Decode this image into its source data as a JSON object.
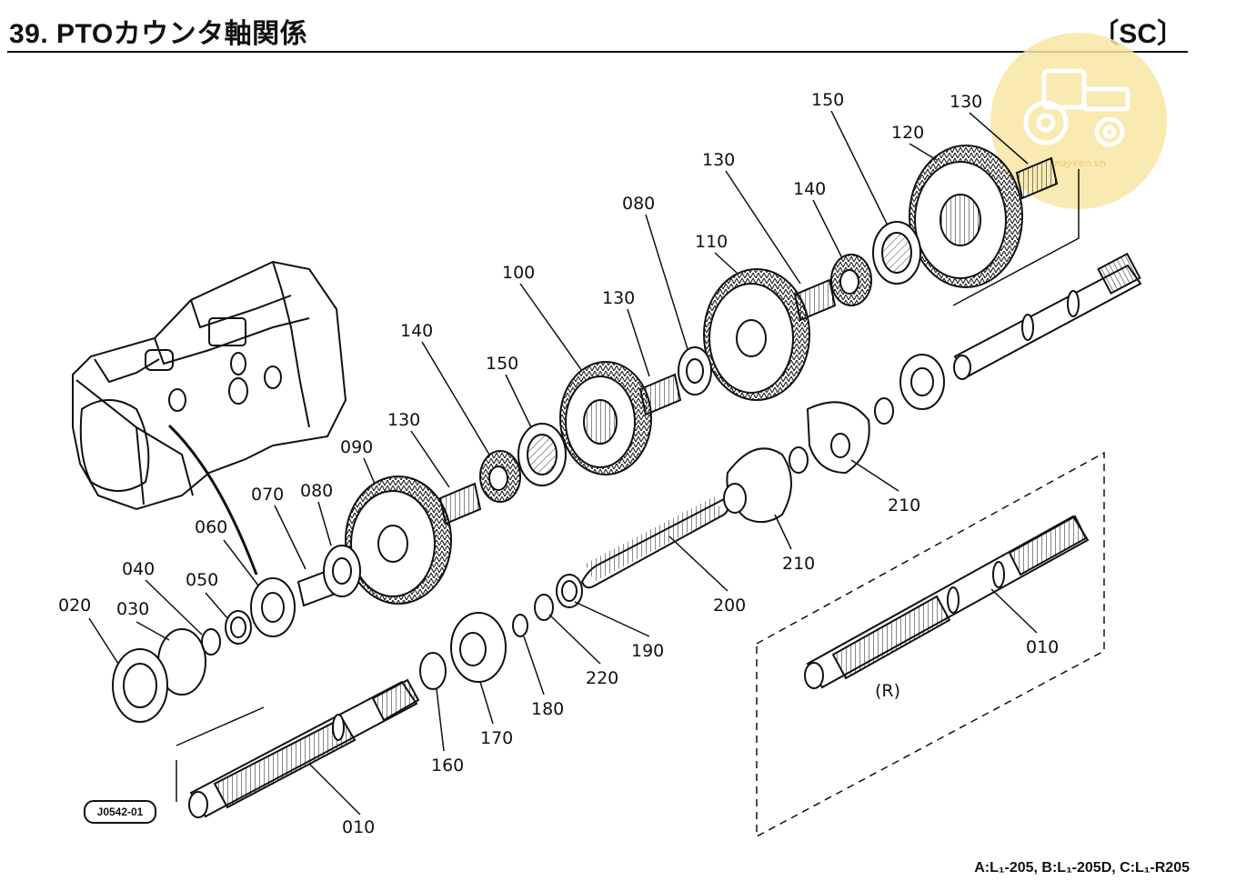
{
  "header": {
    "title": "39. PTOカウンタ軸関係",
    "section_code": "〔SC〕"
  },
  "watermark": {
    "icon": "tractor-icon",
    "text": "maykeo.vn",
    "color": "#f7e6a3"
  },
  "figure": {
    "ref_code": "J0542-01",
    "variant_label": "(R)",
    "part_labels": {
      "p010_main": "010",
      "p010_alt": "010",
      "p020": "020",
      "p030": "030",
      "p040": "040",
      "p050": "050",
      "p060": "060",
      "p070": "070",
      "p080_a": "080",
      "p080_b": "080",
      "p090": "090",
      "p100": "100",
      "p110": "110",
      "p120": "120",
      "p130_a": "130",
      "p130_b": "130",
      "p130_c": "130",
      "p130_d": "130",
      "p140_a": "140",
      "p140_b": "140",
      "p150_a": "150",
      "p150_b": "150",
      "p160": "160",
      "p170": "170",
      "p180": "180",
      "p190": "190",
      "p200": "200",
      "p210_a": "210",
      "p210_b": "210",
      "p220": "220"
    }
  },
  "footer": {
    "applicability": "A:L₁-205, B:L₁-205D, C:L₁-R205"
  }
}
